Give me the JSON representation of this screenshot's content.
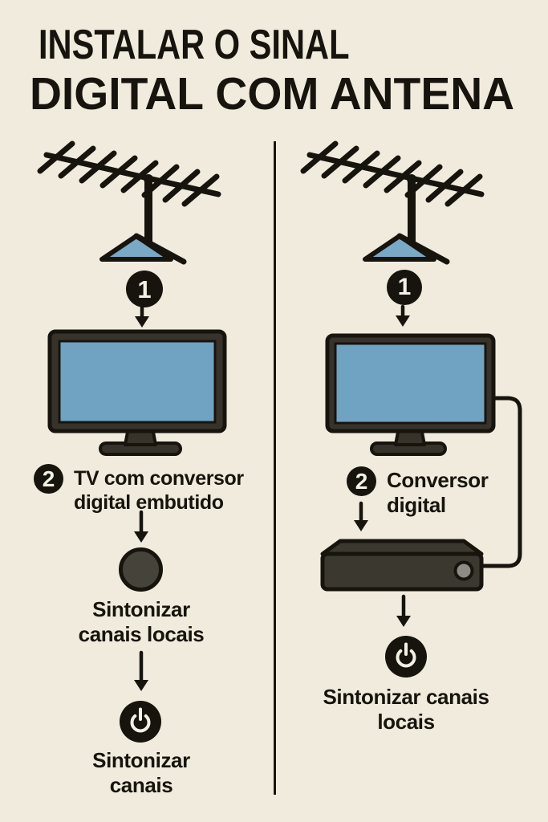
{
  "title": {
    "line1": "INSTALAR O SINAL",
    "line2": "DIGITAL COM ANTENA"
  },
  "colors": {
    "cream": "#F0EBDC",
    "ink": "#17140E",
    "paper_white": "#F3F0E5",
    "screen_blue": "#6FA3C1",
    "roof_blue": "#79A9C5",
    "charcoal": "#37332A",
    "box": "#3B382F",
    "knob": "#46433A",
    "button_gray": "#8D8B86"
  },
  "left": {
    "step1_badge": "1",
    "step2_badge": "2",
    "step2_label": {
      "line1": "TV com conversor",
      "line2": "digital embutido"
    },
    "tune_label": {
      "line1": "Sintonizar",
      "line2": "canais locais"
    },
    "final_label": {
      "line1": "Sintonizar",
      "line2": "canais"
    },
    "icons": [
      "antenna-icon",
      "tv-icon",
      "knob-icon",
      "power-icon",
      "down-arrow-icon"
    ]
  },
  "right": {
    "step1_badge": "1",
    "step2_badge": "2",
    "step2_label": {
      "line1": "Conversor",
      "line2": "digital"
    },
    "final_label": {
      "line1": "Sintonizar canais",
      "line2": "locais"
    },
    "icons": [
      "antenna-icon",
      "tv-icon",
      "converter-box-icon",
      "cable-icon",
      "power-icon",
      "down-arrow-icon"
    ]
  }
}
